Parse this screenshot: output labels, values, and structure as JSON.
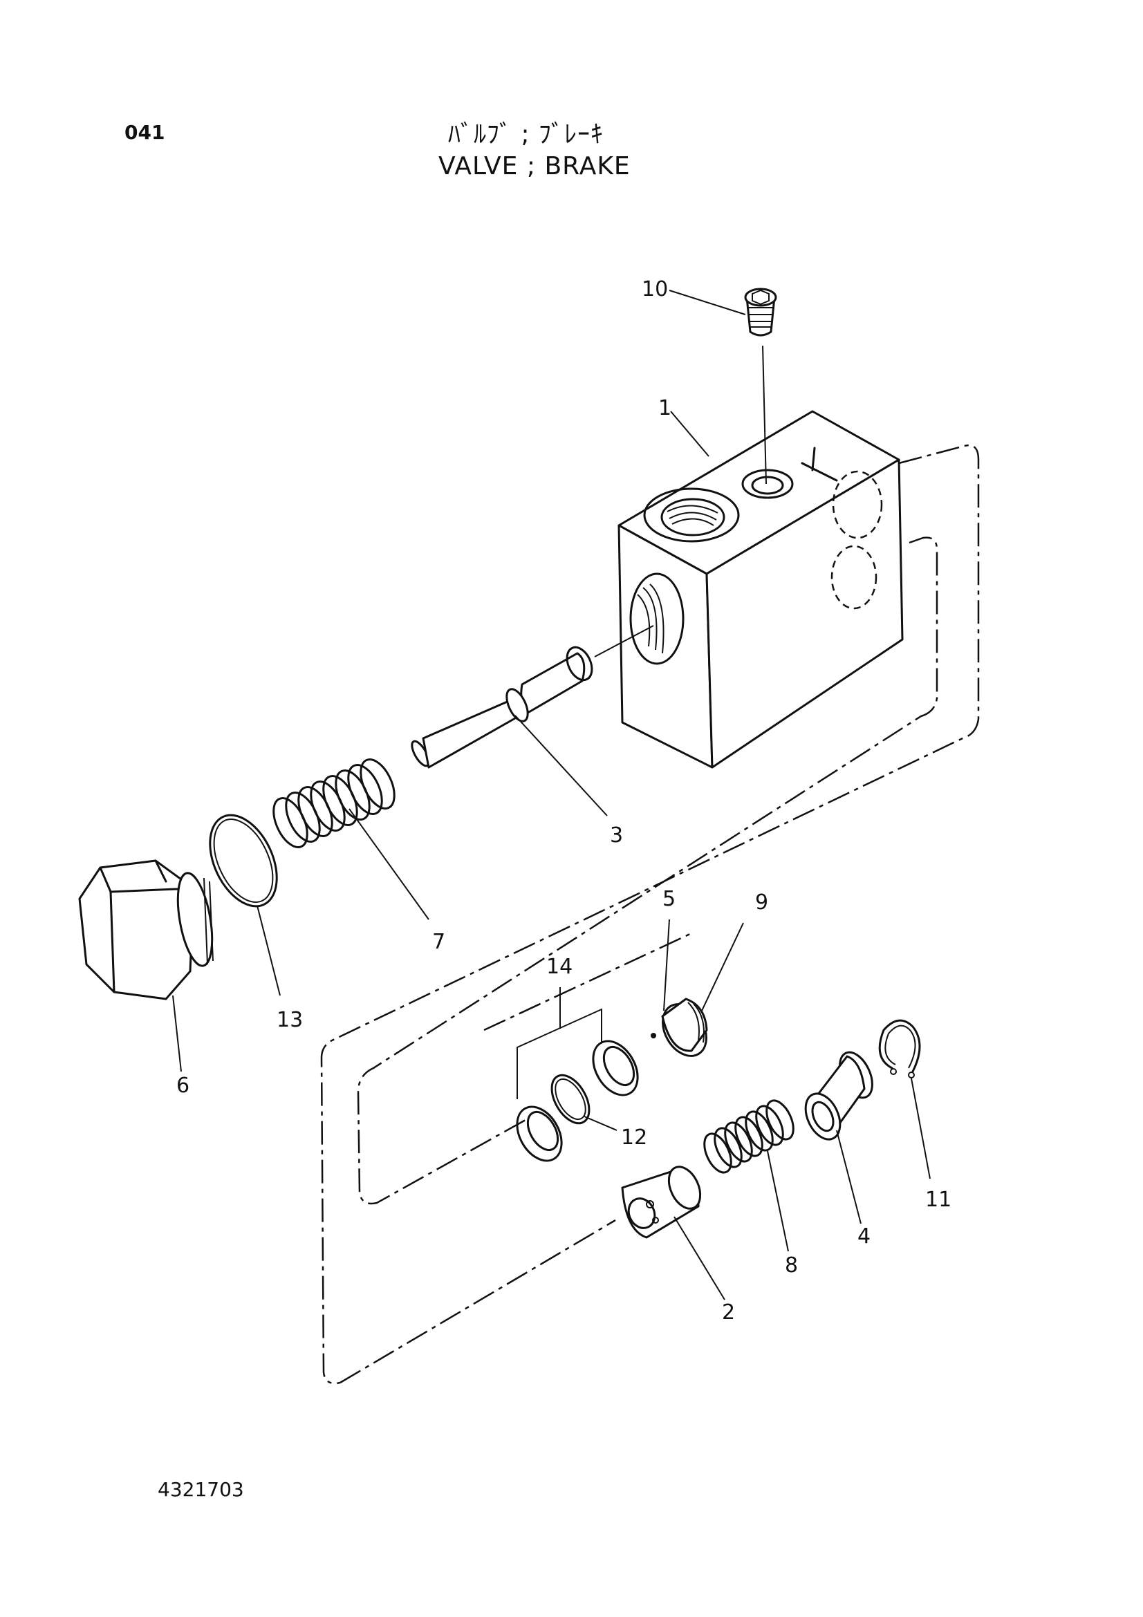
{
  "header": {
    "page_number": "041",
    "title_jp": "ﾊﾞﾙﾌﾞ ; ﾌﾞﾚｰｷ",
    "title_en": "VALVE ; BRAKE"
  },
  "footer": {
    "drawing_number": "4321703"
  },
  "callouts": [
    "10",
    "1",
    "3",
    "7",
    "13",
    "6",
    "5",
    "9",
    "14",
    "12",
    "2",
    "8",
    "4",
    "11"
  ],
  "body_mark": "T"
}
